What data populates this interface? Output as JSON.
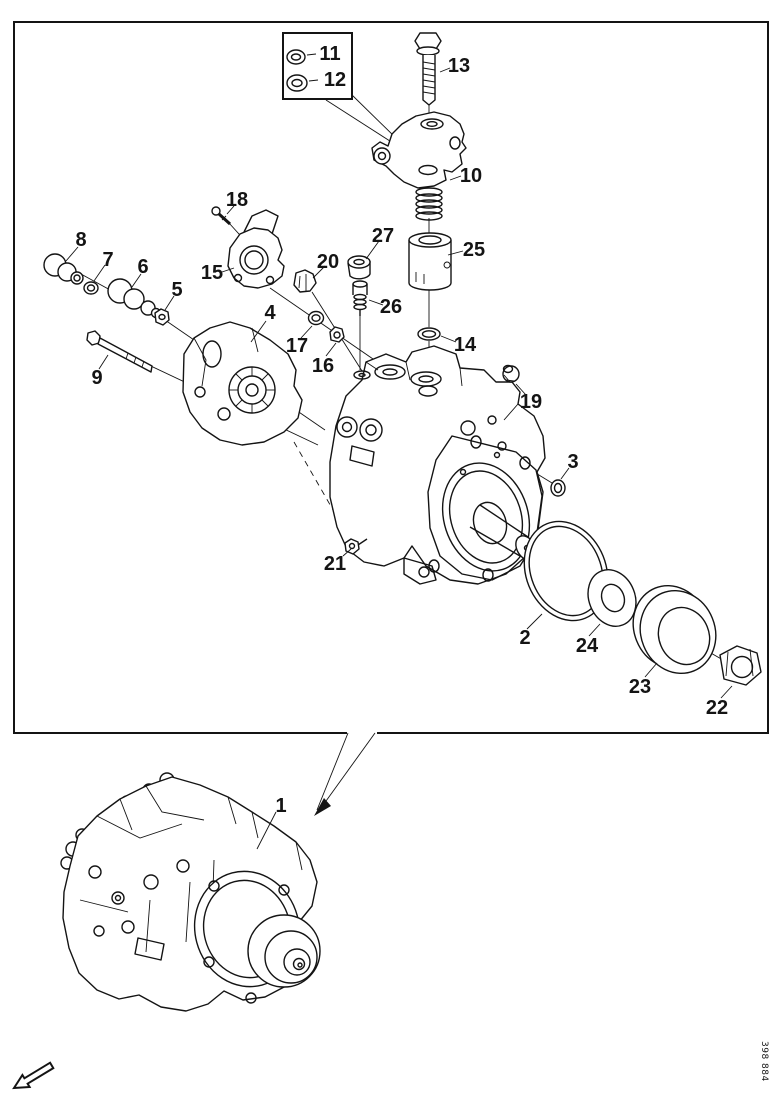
{
  "figure": {
    "drawing_number": "398 884"
  },
  "labels": {
    "n1": "1",
    "n2": "2",
    "n3": "3",
    "n4": "4",
    "n5": "5",
    "n6": "6",
    "n7": "7",
    "n8": "8",
    "n9": "9",
    "n10": "10",
    "n11": "11",
    "n12": "12",
    "n13": "13",
    "n14": "14",
    "n15": "15",
    "n16": "16",
    "n17": "17",
    "n18": "18",
    "n19": "19",
    "n20": "20",
    "n21": "21",
    "n22": "22",
    "n23": "23",
    "n24": "24",
    "n25": "25",
    "n26": "26",
    "n27": "27"
  },
  "icons": {
    "direction_arrow": "direction-arrow-lower-left"
  },
  "colors": {
    "ink": "#141414",
    "background": "#ffffff"
  }
}
